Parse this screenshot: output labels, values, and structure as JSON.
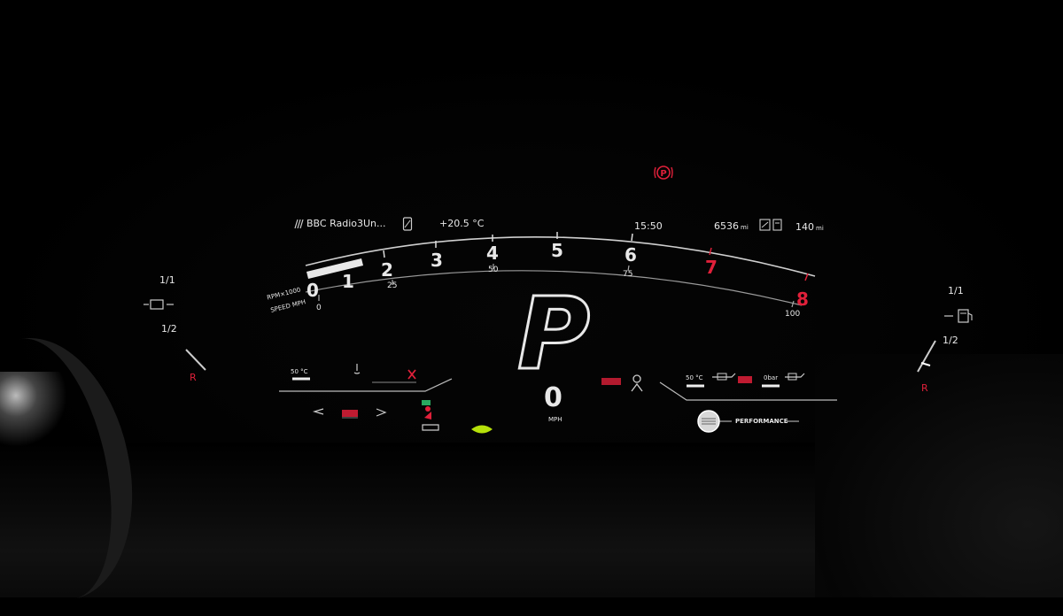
{
  "status_bar": {
    "media_source": "BBC Radio3Un...",
    "temperature": "+20.5 °C",
    "clock": "15:50",
    "odometer": "6536",
    "odometer_unit": "mi",
    "range": "140",
    "range_unit": "mi"
  },
  "gear": {
    "current": "P"
  },
  "speed": {
    "value": "0",
    "unit": "MPH"
  },
  "rpm_gauge": {
    "rpm_label": "RPM×1000",
    "speed_label": "SPEED MPH",
    "rpm_ticks": [
      "0",
      "1",
      "2",
      "3",
      "4",
      "5",
      "6",
      "7",
      "8"
    ],
    "redline_ticks": [
      "7",
      "8"
    ],
    "speed_ticks": [
      "0",
      "25",
      "50",
      "75",
      "100"
    ]
  },
  "fuel_gauge": {
    "full": "1/1",
    "half": "1/2",
    "reserve": "R"
  },
  "oil_gauge": {
    "full": "1/1",
    "half": "1/2",
    "reserve": "R"
  },
  "left_panel": {
    "coolant_temp": "50 °C"
  },
  "right_panel": {
    "oil_temp": "50 °C",
    "pressure": "0",
    "pressure_unit": "bar",
    "drive_mode": "PERFORMANCE"
  },
  "colors": {
    "warning_red": "#e0203a",
    "display_white": "#e8e8e8",
    "accent_green": "#b6e10a"
  },
  "icons": {
    "parking_brake": "parking-brake-icon",
    "media": "radio-icon",
    "phone": "phone-icon",
    "fuel": "fuel-pump-icon",
    "oil": "oil-can-icon",
    "seatbelt": "seatbelt-icon",
    "traction": "traction-control-icon",
    "eco": "eco-leaf-icon"
  }
}
